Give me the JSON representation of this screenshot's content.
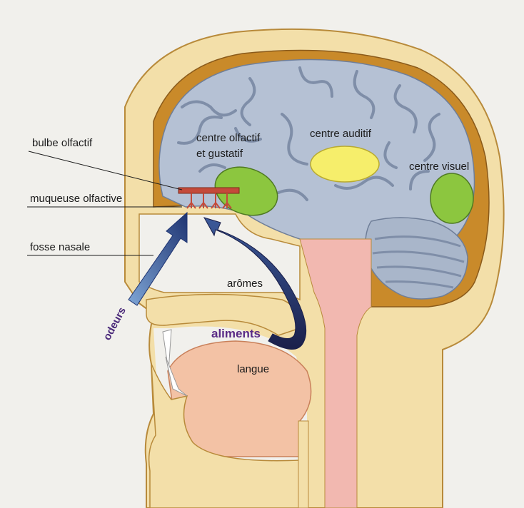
{
  "labels": {
    "bulbe_olfactif": "bulbe olfactif",
    "muqueuse_olfactive": "muqueuse olfactive",
    "fosse_nasale": "fosse nasale",
    "centre_olfactif_line1": "centre olfactif",
    "centre_olfactif_line2": "et gustatif",
    "centre_auditif": "centre auditif",
    "centre_visuel": "centre visuel",
    "aromes": "arômes",
    "odeurs": "odeurs",
    "aliments": "aliments",
    "langue": "langue"
  },
  "colors": {
    "background": "#f1f0ec",
    "skin": "#f3dfa9",
    "skin_outline": "#b88a3a",
    "skull_inner": "#c98a2a",
    "brain": "#b5c1d4",
    "brain_folds": "#7f8ea8",
    "olfactory_center": "#8cc63f",
    "auditory_center": "#f6ee6b",
    "spinal_cord": "#f2b8b0",
    "tongue": "#f3c2a5",
    "arrow": "#2a3f7a",
    "mucosa": "#c44a3a"
  }
}
